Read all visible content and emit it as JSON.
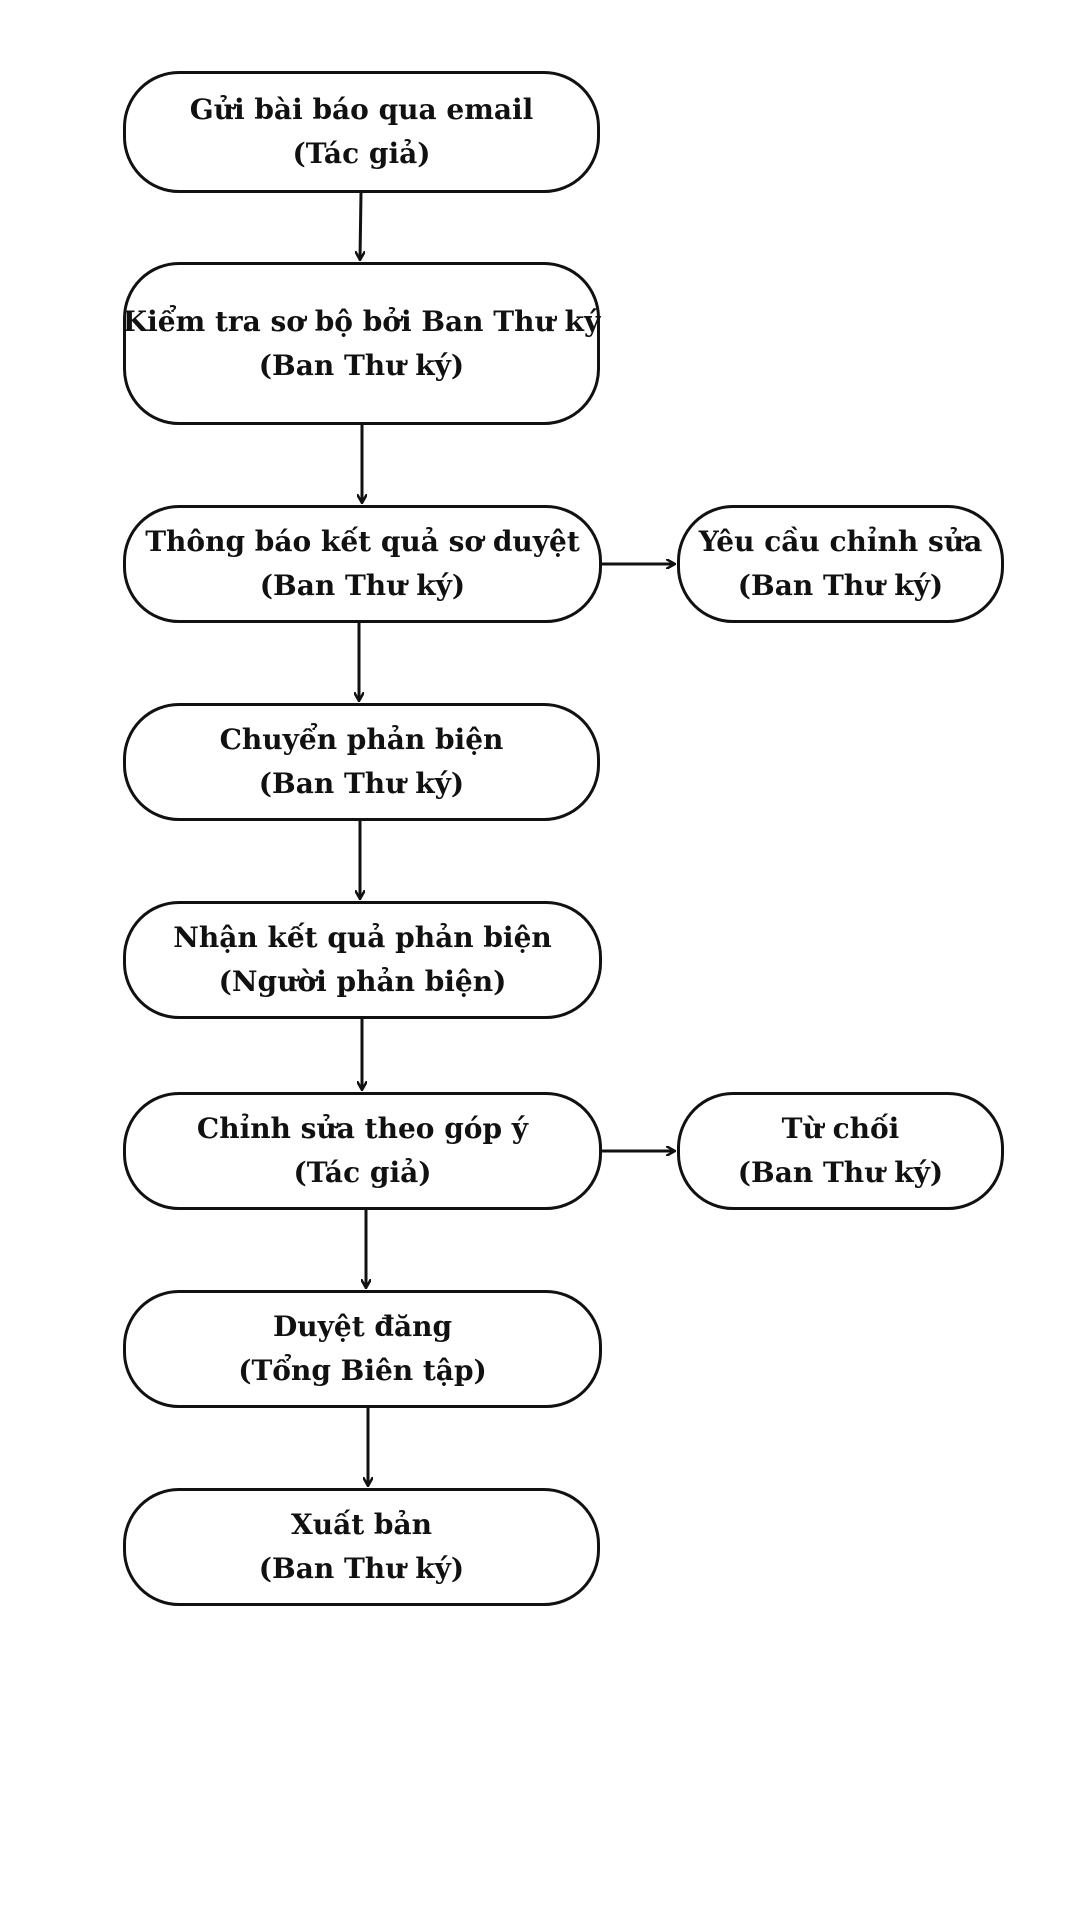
{
  "diagram": {
    "nodes": {
      "submit": {
        "title": "Gửi bài báo qua email",
        "role": "(Tác giả)"
      },
      "precheck": {
        "title": "Kiểm tra sơ bộ bởi Ban Thư ký",
        "role": "(Ban Thư ký)"
      },
      "notify": {
        "title": "Thông báo kết quả sơ duyệt",
        "role": "(Ban Thư ký)"
      },
      "forward": {
        "title": "Chuyển phản biện",
        "role": "(Ban Thư ký)"
      },
      "receive": {
        "title": "Nhận kết quả phản biện",
        "role": "(Người phản biện)"
      },
      "revise": {
        "title": "Chỉnh sửa theo góp ý",
        "role": "(Tác giả)"
      },
      "approve": {
        "title": "Duyệt đăng",
        "role": "(Tổng Biên tập)"
      },
      "publish": {
        "title": "Xuất bản",
        "role": "(Ban Thư ký)"
      },
      "request_edit": {
        "title": "Yêu cầu chỉnh sửa",
        "role": "(Ban Thư ký)"
      },
      "reject": {
        "title": "Từ chối",
        "role": "(Ban Thư ký)"
      }
    },
    "colors": {
      "stroke": "#111111",
      "fill": "#ffffff",
      "background": "#ffffff"
    }
  }
}
